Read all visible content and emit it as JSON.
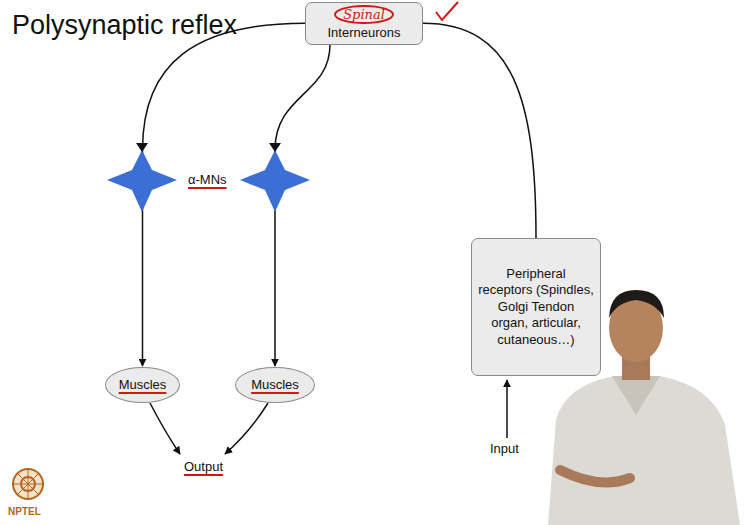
{
  "diagram": {
    "title": "Polysynaptic reflex",
    "nodes": [
      {
        "text": [
          "Spinal",
          "Interneurons"
        ]
      },
      {
        "text": [
          "Muscles"
        ]
      },
      {
        "text": [
          "Muscles"
        ]
      },
      {
        "text": [
          "Peripheral receptors (Spindles, Golgi Tendon organ, articular, cutaneous…)"
        ]
      }
    ],
    "edges": [
      {
        "from": 0,
        "to": 1,
        "arrow": "to"
      },
      {
        "from": 0,
        "to": 2,
        "arrow": "to"
      },
      {
        "from": 3,
        "to": 0,
        "arrow": "none"
      }
    ],
    "labels": [
      "α-MNs",
      "Output",
      "Input",
      "NPTEL"
    ]
  }
}
